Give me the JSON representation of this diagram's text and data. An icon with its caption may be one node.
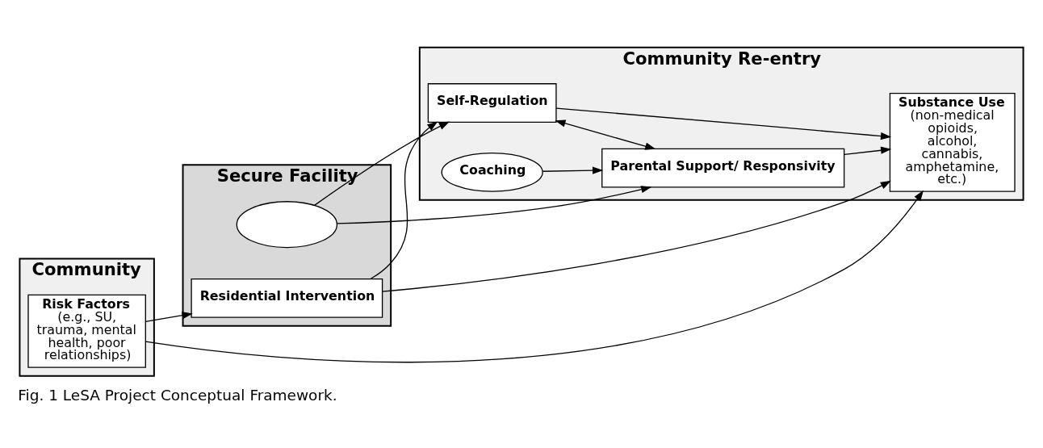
{
  "diagram": {
    "caption": "Fig. 1 LeSA Project Conceptual Framework.",
    "nodes": [
      {
        "text": [
          "Community"
        ]
      },
      {
        "text": [
          "Secure Facility"
        ]
      },
      {
        "text": [
          "Community Re-entry"
        ]
      },
      {
        "text": [
          "Risk Factors",
          "(e.g., SU, trauma, mental health, poor relationships)"
        ],
        "in": 0
      },
      {
        "text": [
          "Residential Intervention"
        ],
        "in": 1
      },
      {
        "text": [
          "Substance Use",
          "(non-medical opioids, alcohol, cannabis, amphetamine, etc.)"
        ],
        "in": 2
      },
      {
        "text": [
          "Self-Regulation"
        ],
        "in": 2
      },
      {
        "text": [
          "Parental Support/ Responsivity"
        ],
        "in": 2
      },
      {
        "text": [],
        "shape": "ellipse",
        "in": 1
      },
      {
        "text": [
          "Coaching"
        ],
        "in": 2
      }
    ],
    "edges": [
      {
        "from": 3,
        "to": 5,
        "arrow": "to"
      },
      {
        "from": 3,
        "to": 4,
        "arrow": "to"
      },
      {
        "from": 4,
        "to": 5,
        "arrow": "to"
      },
      {
        "from": 4,
        "to": 6,
        "arrow": "to"
      },
      {
        "from": 6,
        "to": 5,
        "arrow": "to"
      },
      {
        "from": 7,
        "to": 5,
        "arrow": "to"
      },
      {
        "from": 8,
        "to": 6,
        "arrow": "to"
      },
      {
        "from": 8,
        "to": 7,
        "arrow": "to"
      },
      {
        "from": 6,
        "to": 7,
        "arrow": "both"
      },
      {
        "from": 9,
        "to": 7,
        "arrow": "to"
      }
    ]
  }
}
